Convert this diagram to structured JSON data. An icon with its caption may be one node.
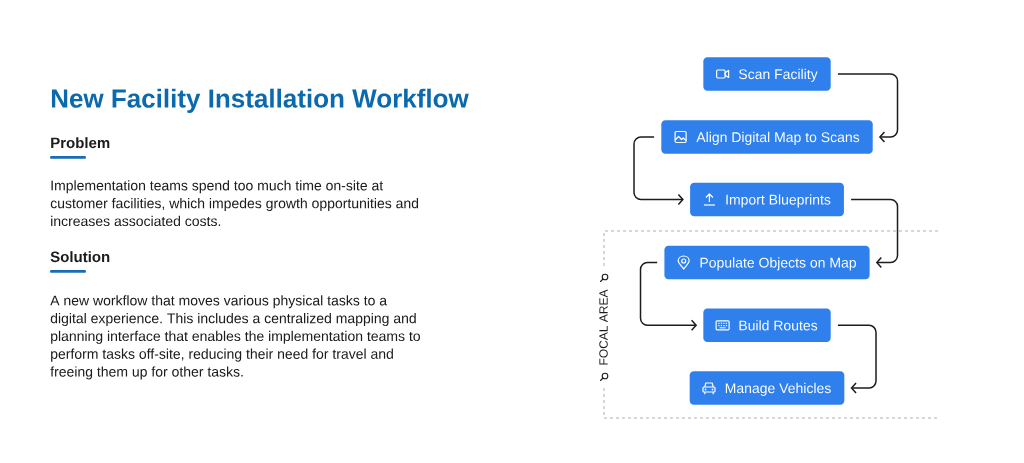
{
  "diagram": {
    "title": "New Facility Installation Workflow",
    "nodes": [
      {
        "text": [
          "Scan Facility"
        ]
      },
      {
        "text": [
          "Align Digital Map to Scans"
        ]
      },
      {
        "text": [
          "Import Blueprints"
        ]
      },
      {
        "text": [
          "FOCAL AREA"
        ]
      },
      {
        "text": [
          "Populate Objects on Map"
        ],
        "in": 3
      },
      {
        "text": [
          "Build Routes"
        ],
        "in": 3
      },
      {
        "text": [
          "Manage Vehicles"
        ],
        "in": 3
      }
    ],
    "edges": [
      {
        "from": 0,
        "to": 1,
        "arrow": "to"
      },
      {
        "from": 1,
        "to": 2,
        "arrow": "to"
      },
      {
        "from": 2,
        "to": 4,
        "arrow": "to"
      },
      {
        "from": 4,
        "to": 5,
        "arrow": "to"
      },
      {
        "from": 5,
        "to": 6,
        "arrow": "to"
      }
    ],
    "labels": [
      "Problem",
      "Implementation teams spend too much time on-site at customer facilities, which impedes growth opportunities and increases associated costs.",
      "Solution",
      "A new workflow that moves various physical tasks to a digital experience. This includes a centralized mapping and planning interface that enables the implementation teams to perform tasks off-site, reducing their need for travel and freeing them up for other tasks."
    ]
  }
}
